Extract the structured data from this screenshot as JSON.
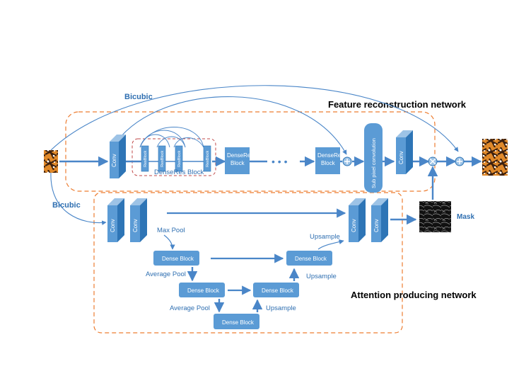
{
  "titles": {
    "feature": "Feature reconstruction network",
    "attention": "Attention producing network"
  },
  "bicubic_top": "Bicubic",
  "bicubic_left": "Bicubic",
  "mask_label": "Mask",
  "ellipsis": "• • •",
  "blocks": {
    "conv": "Conv",
    "resblock": "ResBlock",
    "denseres_group": "DenseRes Block",
    "denseres_line1": "DenseRes",
    "denseres_line2": "Block",
    "subpixel": "Sub pixel convolution",
    "dense_block": "Dense Block"
  },
  "ops": {
    "max_pool": "Max Pool",
    "avg_pool_1": "Average Pool",
    "avg_pool_2": "Average Pool",
    "upsample_1": "Upsample",
    "upsample_2": "Upsample",
    "upsample_3": "Upsample"
  },
  "colors": {
    "block": "#5b9bd5",
    "block_side": "#2e75b6",
    "block_top": "#9dc3e6",
    "dashed_orange": "#ed7d31",
    "line": "#4a86c8"
  },
  "icons": [
    "sum-node-icon",
    "multiply-node-icon",
    "butterfly-lr-image",
    "butterfly-hr-image",
    "mask-image"
  ]
}
